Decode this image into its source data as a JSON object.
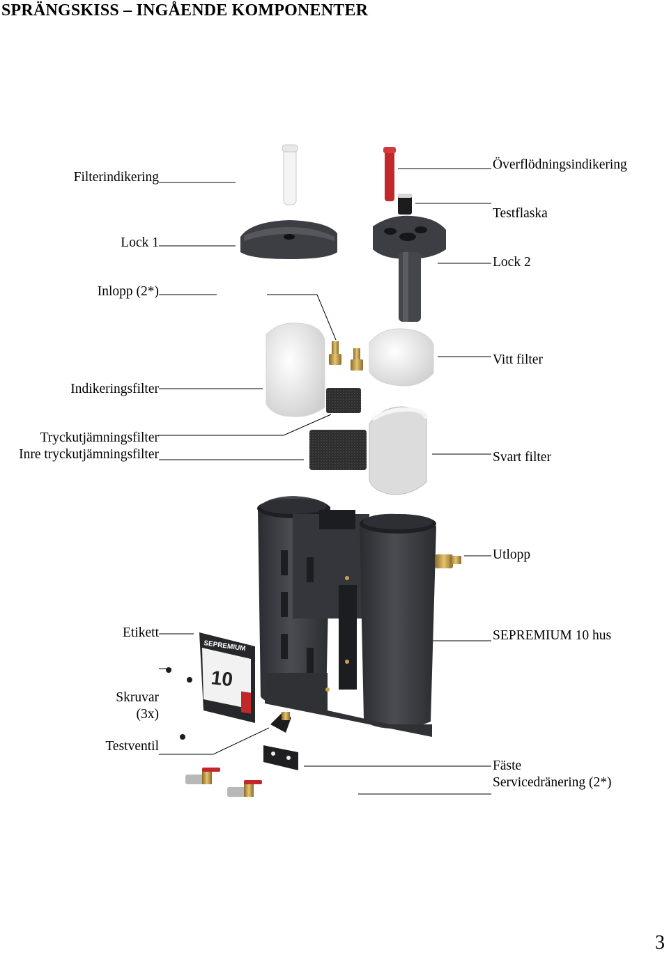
{
  "page": {
    "title": "SPRÄNGSKISS – INGÅENDE KOMPONENTER",
    "page_number": "3"
  },
  "labels": {
    "filterindikering": "Filterindikering",
    "lock1": "Lock 1",
    "inlopp": "Inlopp (2*)",
    "indikeringsfilter": "Indikeringsfilter",
    "tryckutjamningsfilter": "Tryckutjämningsfilter",
    "inre_tryckutjamningsfilter": "Inre tryckutjämningsfilter",
    "etikett": "Etikett",
    "skruvar_1": "Skruvar",
    "skruvar_2": "(3x)",
    "testventil": "Testventil",
    "overflodningsindikering": "Överflödningsindikering",
    "testflaska": "Testflaska",
    "lock2": "Lock 2",
    "vitt_filter": "Vitt filter",
    "svart_filter": "Svart filter",
    "utlopp": "Utlopp",
    "sepremium_hus": "SEPREMIUM 10 hus",
    "faste": "Fäste",
    "servicedranering": "Servicedränering (2*)"
  },
  "label_card": {
    "brand": "SEPREMIUM",
    "model": "10"
  },
  "colors": {
    "housing": "#3a3c40",
    "housing_dark": "#24262a",
    "red_indicator": "#c0282a",
    "brass": "#c9a24a",
    "white_filter": "#eeeeee",
    "foam": "#2a2a2a"
  }
}
